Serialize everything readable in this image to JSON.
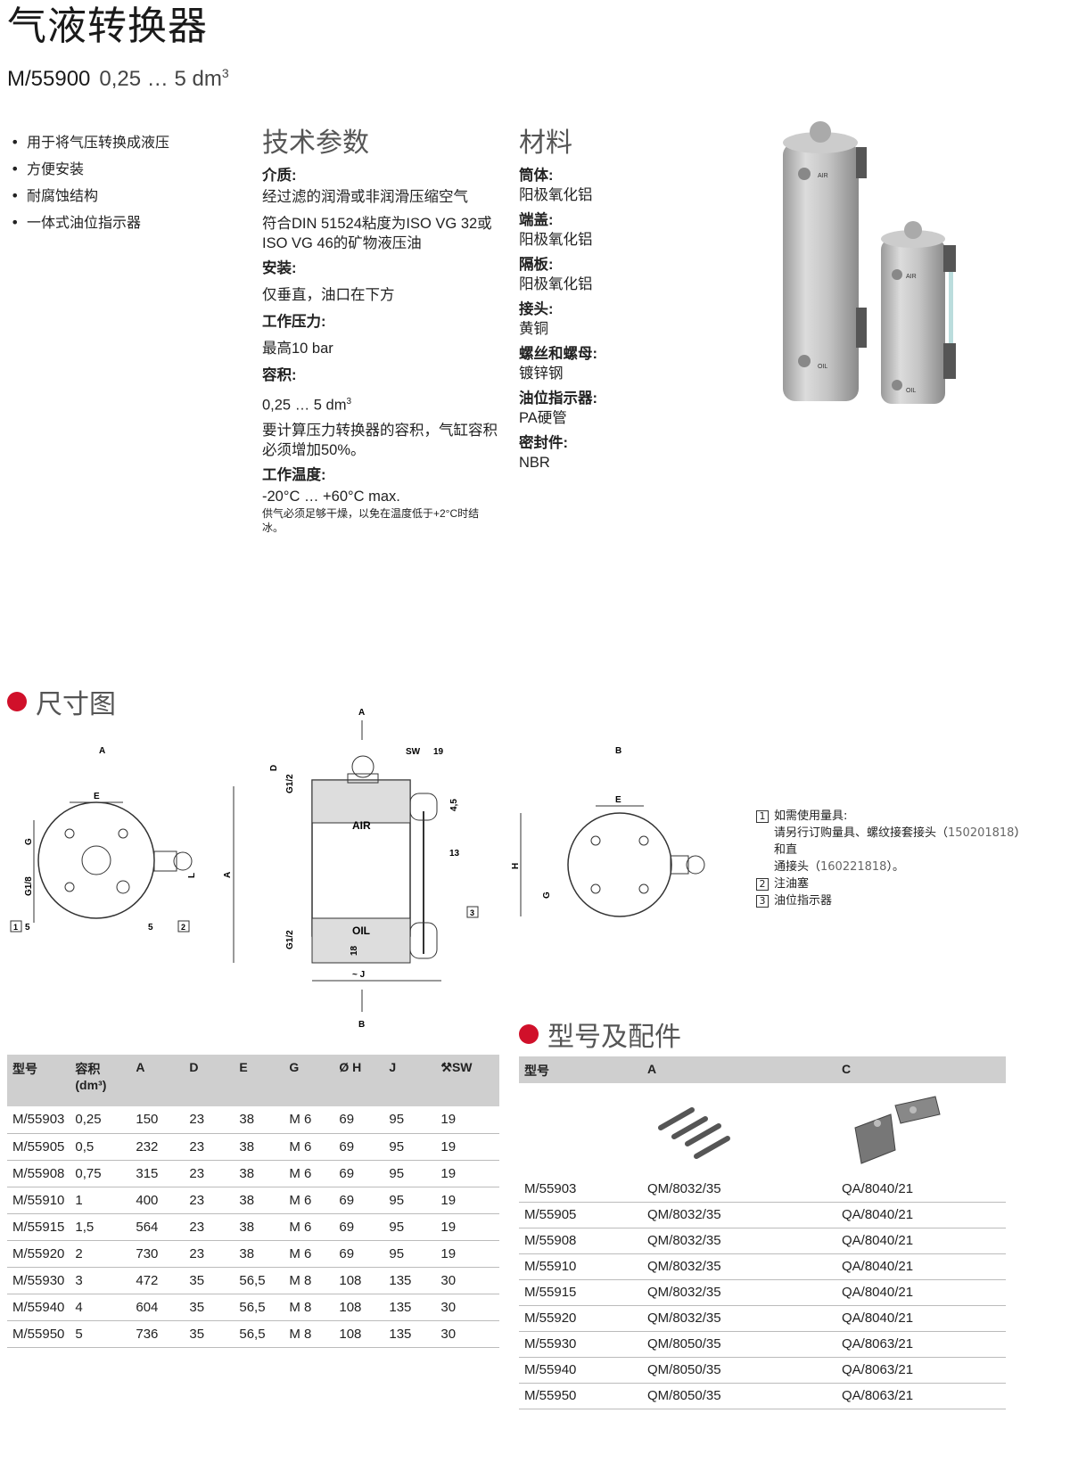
{
  "header": {
    "title": "气液转换器",
    "model": "M/55900",
    "range": "0,25 … 5 dm",
    "range_sup": "3"
  },
  "features": [
    "用于将气压转换成液压",
    "方便安装",
    "耐腐蚀结构",
    "一体式油位指示器"
  ],
  "tech": {
    "heading": "技术参数",
    "medium_label": "介质:",
    "medium_val1": "经过滤的润滑或非润滑压缩空气",
    "medium_val2": "符合DIN 51524粘度为ISO VG 32或ISO VG 46的矿物液压油",
    "mount_label": "安装:",
    "mount_val": "仅垂直，油口在下方",
    "pressure_label": "工作压力:",
    "pressure_val": "最高10 bar",
    "volume_label": "容积:",
    "volume_val": "0,25 … 5 dm",
    "volume_sup": "3",
    "volume_note": "要计算压力转换器的容积，气缸容积必须增加50%。",
    "temp_label": "工作温度:",
    "temp_val": "-20°C … +60°C max.",
    "temp_note": "供气必须足够干燥，以免在温度低于+2°C时结冰。"
  },
  "materials": {
    "heading": "材料",
    "items": [
      {
        "label": "筒体:",
        "value": "阳极氧化铝"
      },
      {
        "label": "端盖:",
        "value": "阳极氧化铝"
      },
      {
        "label": "隔板:",
        "value": "阳极氧化铝"
      },
      {
        "label": "接头:",
        "value": "黄铜"
      },
      {
        "label": "螺丝和螺母:",
        "value": "镀锌钢"
      },
      {
        "label": "油位指示器:",
        "value": "PA硬管"
      },
      {
        "label": "密封件:",
        "value": "NBR"
      }
    ]
  },
  "photo_labels": {
    "air": "AIR",
    "oil": "OIL"
  },
  "dims": {
    "heading": "尺寸图",
    "labels": {
      "A": "A",
      "B": "B",
      "E": "E",
      "G": "G",
      "G18": "G1/8",
      "L": "L",
      "H": "H",
      "D": "D",
      "G12": "G1/2",
      "SW": "SW",
      "n19": "19",
      "n13": "13",
      "n45": "4,5",
      "AIR": "AIR",
      "OIL": "OIL",
      "n18": "18",
      "J": "~ J",
      "n5": "5",
      "b1": "1",
      "b2": "2",
      "b3": "3"
    },
    "notes": {
      "n1_num": "1",
      "n1_title": "如需使用量具:",
      "n1_line1_a": "请另行订购量具、螺纹接套接头（",
      "n1_line1_b": "150201818",
      "n1_line1_c": "）和直",
      "n1_line2_a": "通接头（",
      "n1_line2_b": "160221818",
      "n1_line2_c": "）。",
      "n2_num": "2",
      "n2": "注油塞",
      "n3_num": "3",
      "n3": "油位指示器"
    }
  },
  "table1": {
    "headers": [
      "型号",
      "容积",
      "A",
      "D",
      "E",
      "G",
      "Ø H",
      "J",
      "SW"
    ],
    "unit": "(dm³)",
    "rows": [
      [
        "M/55903",
        "0,25",
        "150",
        "23",
        "38",
        "M 6",
        "69",
        "95",
        "19"
      ],
      [
        "M/55905",
        "0,5",
        "232",
        "23",
        "38",
        "M 6",
        "69",
        "95",
        "19"
      ],
      [
        "M/55908",
        "0,75",
        "315",
        "23",
        "38",
        "M 6",
        "69",
        "95",
        "19"
      ],
      [
        "M/55910",
        "1",
        "400",
        "23",
        "38",
        "M 6",
        "69",
        "95",
        "19"
      ],
      [
        "M/55915",
        "1,5",
        "564",
        "23",
        "38",
        "M 6",
        "69",
        "95",
        "19"
      ],
      [
        "M/55920",
        "2",
        "730",
        "23",
        "38",
        "M 6",
        "69",
        "95",
        "19"
      ],
      [
        "M/55930",
        "3",
        "472",
        "35",
        "56,5",
        "M 8",
        "108",
        "135",
        "30"
      ],
      [
        "M/55940",
        "4",
        "604",
        "35",
        "56,5",
        "M 8",
        "108",
        "135",
        "30"
      ],
      [
        "M/55950",
        "5",
        "736",
        "35",
        "56,5",
        "M 8",
        "108",
        "135",
        "30"
      ]
    ]
  },
  "accessories": {
    "heading": "型号及配件",
    "headers": [
      "型号",
      "A",
      "C"
    ],
    "rows": [
      [
        "M/55903",
        "QM/8032/35",
        "QA/8040/21"
      ],
      [
        "M/55905",
        "QM/8032/35",
        "QA/8040/21"
      ],
      [
        "M/55908",
        "QM/8032/35",
        "QA/8040/21"
      ],
      [
        "M/55910",
        "QM/8032/35",
        "QA/8040/21"
      ],
      [
        "M/55915",
        "QM/8032/35",
        "QA/8040/21"
      ],
      [
        "M/55920",
        "QM/8032/35",
        "QA/8040/21"
      ],
      [
        "M/55930",
        "QM/8050/35",
        "QA/8063/21"
      ],
      [
        "M/55940",
        "QM/8050/35",
        "QA/8063/21"
      ],
      [
        "M/55950",
        "QM/8050/35",
        "QA/8063/21"
      ]
    ]
  }
}
